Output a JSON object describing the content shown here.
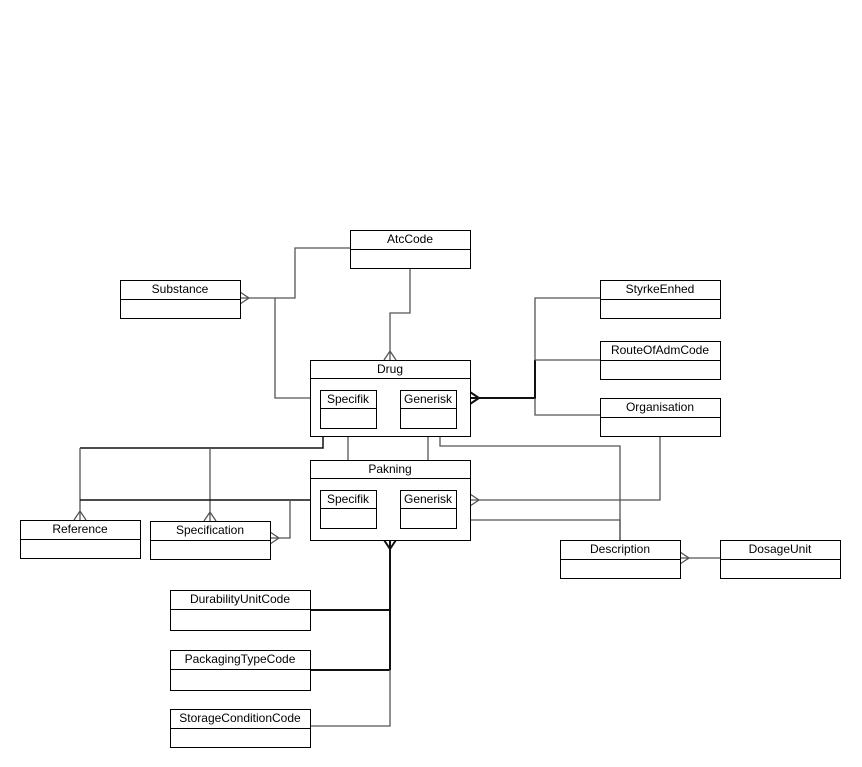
{
  "entities": {
    "atccode": "AtcCode",
    "substance": "Substance",
    "styrkeenhed": "StyrkeEnhed",
    "routeofadmcode": "RouteOfAdmCode",
    "organisation": "Organisation",
    "drug": "Drug",
    "drug_specifik": "Specifik",
    "drug_generisk": "Generisk",
    "pakning": "Pakning",
    "pakning_specifik": "Specifik",
    "pakning_generisk": "Generisk",
    "reference": "Reference",
    "specification": "Specification",
    "description": "Description",
    "dosageunit": "DosageUnit",
    "durabilityunitcode": "DurabilityUnitCode",
    "packagingtypecode": "PackagingTypeCode",
    "storageconditioncode": "StorageConditionCode"
  }
}
